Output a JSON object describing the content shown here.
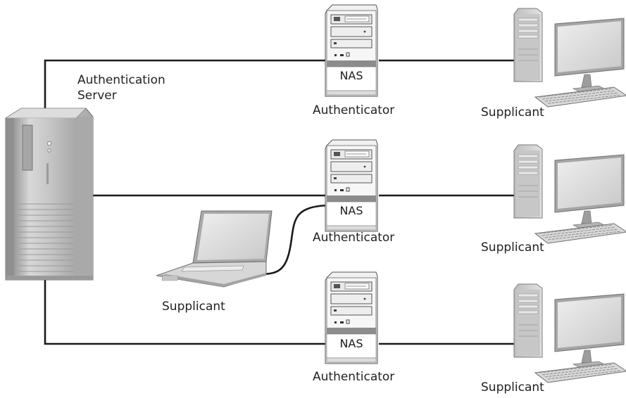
{
  "server": {
    "label_line1": "Authentication",
    "label_line2": "Server"
  },
  "authenticators": [
    {
      "nas_label": "NAS",
      "label": "Authenticator"
    },
    {
      "nas_label": "NAS",
      "label": "Authenticator"
    },
    {
      "nas_label": "NAS",
      "label": "Authenticator"
    }
  ],
  "supplicants": [
    {
      "label": "Supplicant",
      "device": "desktop-computer-icon"
    },
    {
      "label": "Supplicant",
      "device": "desktop-computer-icon"
    },
    {
      "label": "Supplicant",
      "device": "laptop-icon"
    },
    {
      "label": "Supplicant",
      "device": "desktop-computer-icon"
    }
  ],
  "colors": {
    "line": "#1a1a1a",
    "device_light": "#e6e6e6",
    "device_mid": "#bcbcbc",
    "device_dark": "#8a8a8a",
    "screen": "#d4d4d4"
  }
}
